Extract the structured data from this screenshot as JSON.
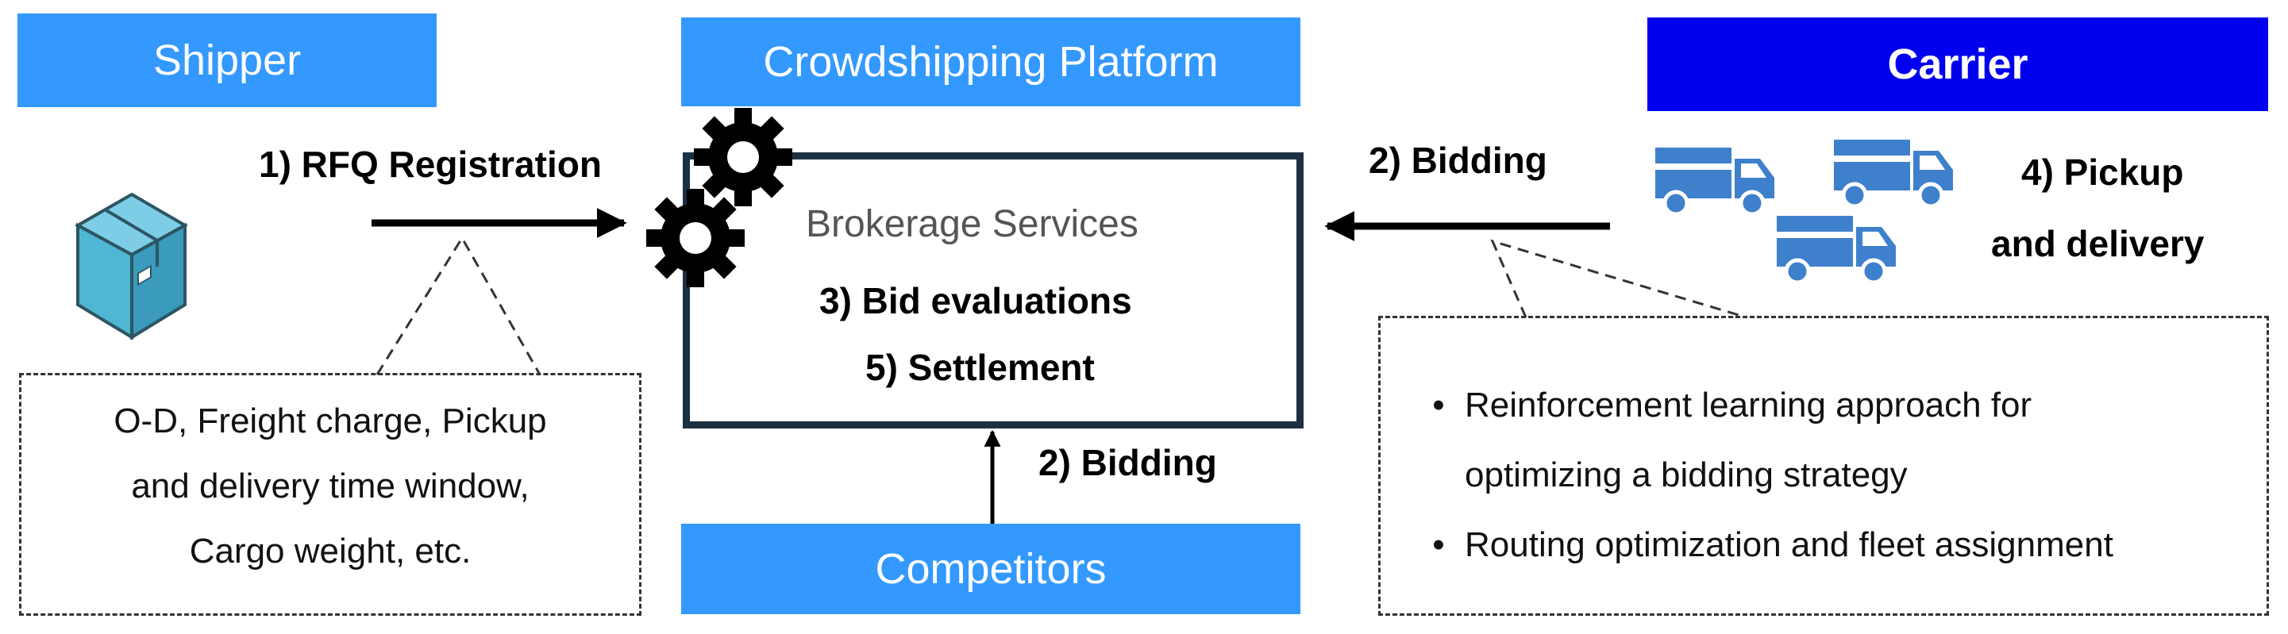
{
  "colors": {
    "shipper_box": "#3399FF",
    "platform_box": "#3399FF",
    "competitors_box": "#3399FF",
    "carrier_box": "#0000EE",
    "box_text": "#FFFFFF",
    "platform_border": "#1B3042",
    "cargo_box_face": "#4FB6D4",
    "truck": "#3F80CC"
  },
  "headers": {
    "shipper": "Shipper",
    "platform": "Crowdshipping Platform",
    "carrier": "Carrier",
    "competitors": "Competitors"
  },
  "platform": {
    "title": "Brokerage Services",
    "step3": "3) Bid evaluations",
    "step5": "5) Settlement"
  },
  "arrows": {
    "rfq": "1) RFQ Registration",
    "bidding_carrier": "2) Bidding",
    "bidding_competitors": "2) Bidding"
  },
  "carrier_action": {
    "line1": "4) Pickup",
    "line2": "and delivery"
  },
  "shipper_note": {
    "lines": [
      "O-D, Freight charge, Pickup",
      "and delivery time window,",
      "Cargo weight, etc."
    ]
  },
  "carrier_note": {
    "bullets": [
      [
        "Reinforcement learning approach for",
        "optimizing a bidding strategy"
      ],
      [
        "Routing optimization and fleet assignment"
      ]
    ]
  },
  "icons": {
    "cargo": "cargo-box-icon",
    "gear": "gear-icon",
    "truck": "truck-icon"
  }
}
